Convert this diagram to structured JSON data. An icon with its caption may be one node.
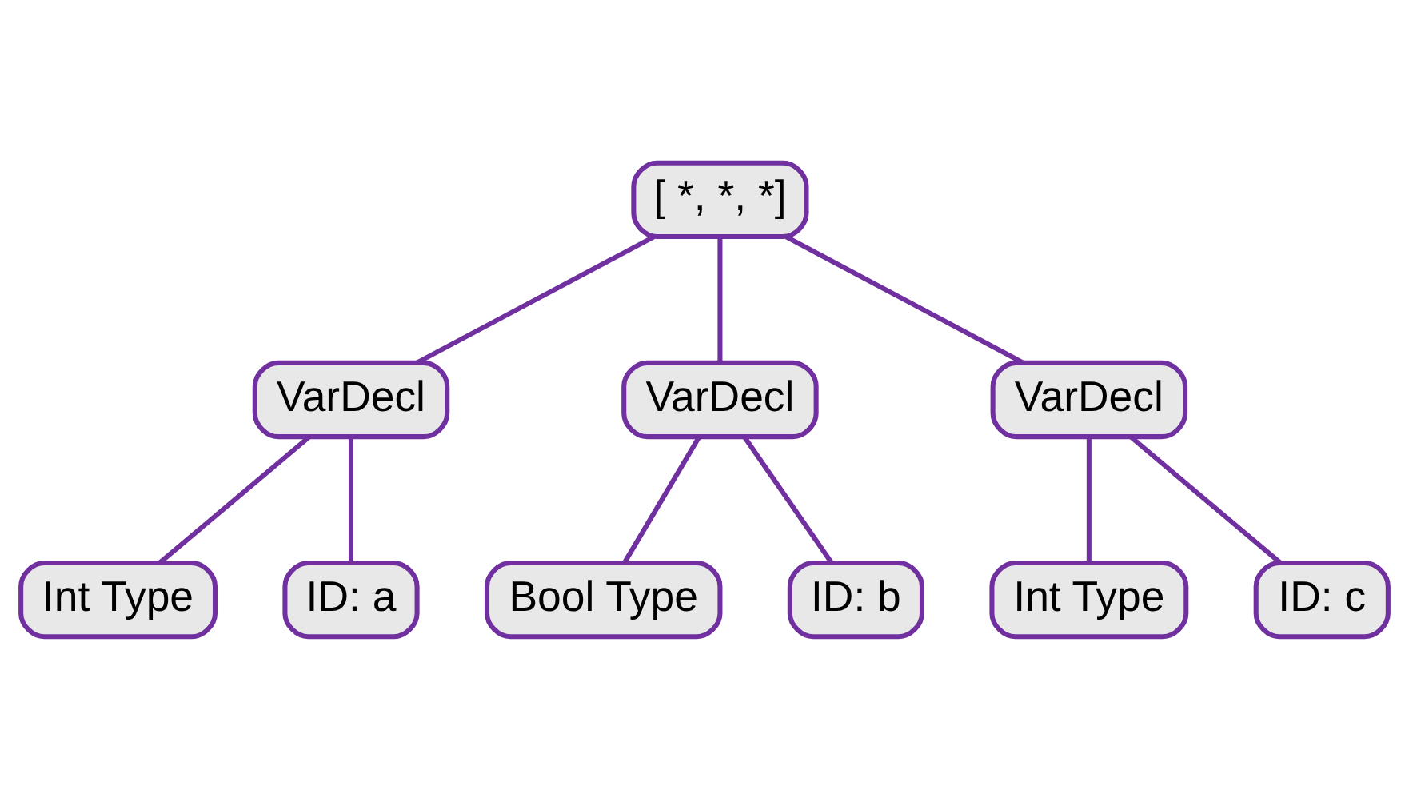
{
  "diagram": {
    "nodes": [
      {
        "text": [
          "[ *, *, *]"
        ]
      },
      {
        "text": [
          "VarDecl"
        ]
      },
      {
        "text": [
          "VarDecl"
        ]
      },
      {
        "text": [
          "VarDecl"
        ]
      },
      {
        "text": [
          "Int Type"
        ]
      },
      {
        "text": [
          "ID: a"
        ]
      },
      {
        "text": [
          "Bool Type"
        ]
      },
      {
        "text": [
          "ID: b"
        ]
      },
      {
        "text": [
          "Int Type"
        ]
      },
      {
        "text": [
          "ID: c"
        ]
      }
    ],
    "edges": [
      {
        "from": 0,
        "to": 1,
        "arrow": "none"
      },
      {
        "from": 0,
        "to": 2,
        "arrow": "none"
      },
      {
        "from": 0,
        "to": 3,
        "arrow": "none"
      },
      {
        "from": 1,
        "to": 4,
        "arrow": "none"
      },
      {
        "from": 1,
        "to": 5,
        "arrow": "none"
      },
      {
        "from": 2,
        "to": 6,
        "arrow": "none"
      },
      {
        "from": 2,
        "to": 7,
        "arrow": "none"
      },
      {
        "from": 3,
        "to": 8,
        "arrow": "none"
      },
      {
        "from": 3,
        "to": 9,
        "arrow": "none"
      }
    ]
  }
}
